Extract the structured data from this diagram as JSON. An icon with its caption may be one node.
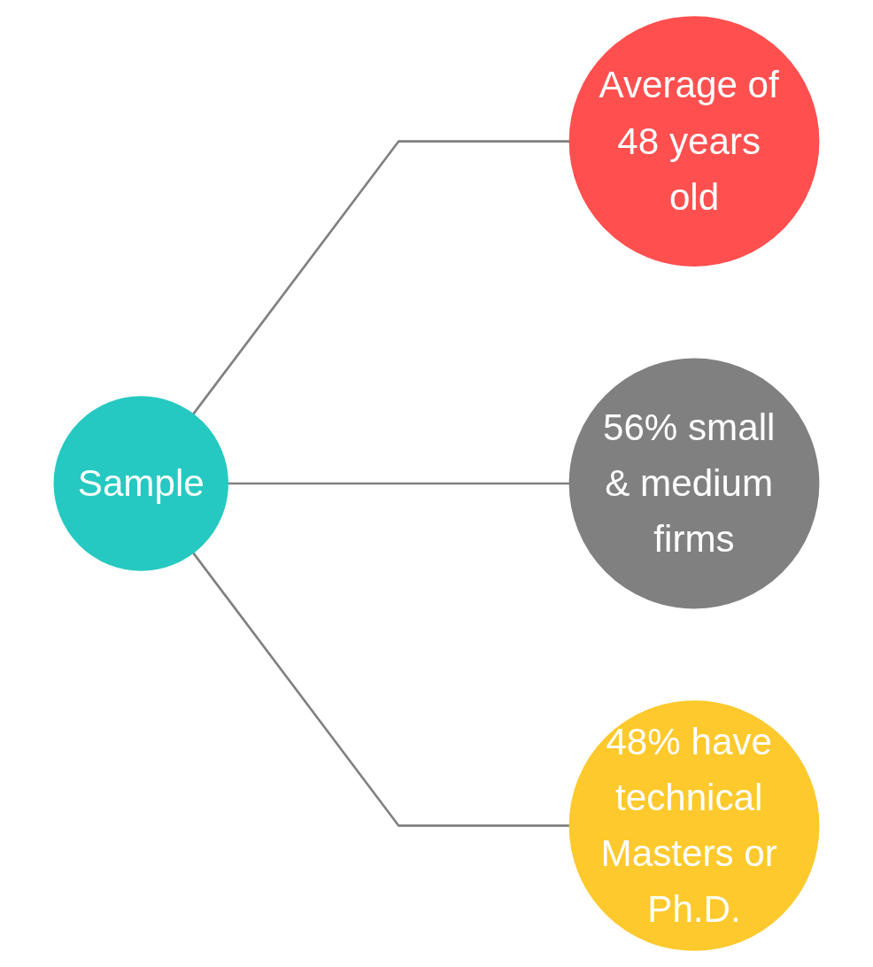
{
  "diagram": {
    "nodes": [
      {
        "text": [
          "Sample"
        ]
      },
      {
        "text": [
          "Average of 48 years old"
        ]
      },
      {
        "text": [
          "56% small & medium firms"
        ]
      },
      {
        "text": [
          "48% have technical Masters or Ph.D."
        ]
      }
    ],
    "edges": [
      {
        "from": 0,
        "to": 1,
        "arrow": "none"
      },
      {
        "from": 0,
        "to": 2,
        "arrow": "none"
      },
      {
        "from": 0,
        "to": 3,
        "arrow": "none"
      }
    ]
  }
}
